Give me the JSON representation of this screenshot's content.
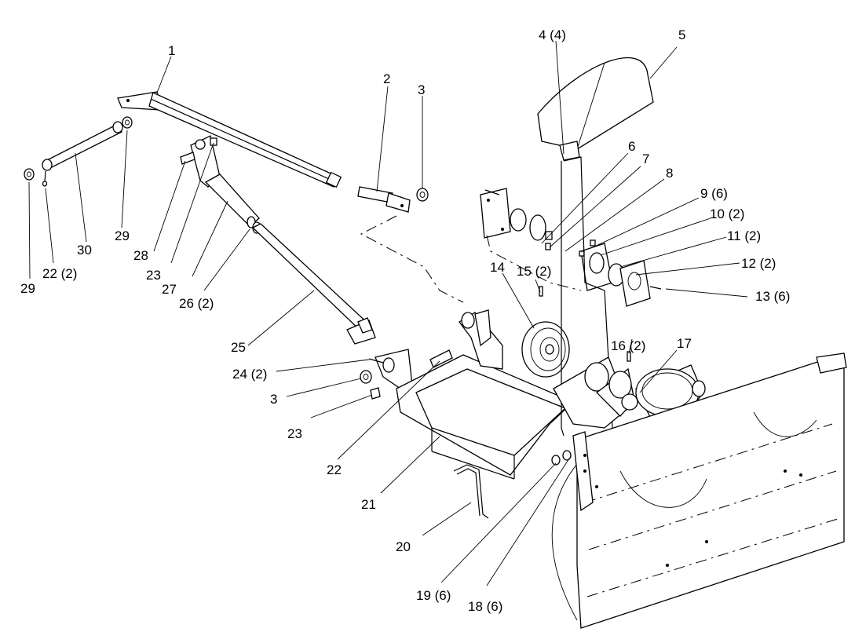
{
  "callouts": [
    {
      "id": "c1",
      "text": "1"
    },
    {
      "id": "c2",
      "text": "2"
    },
    {
      "id": "c3a",
      "text": "3"
    },
    {
      "id": "c4",
      "text": "4 (4)"
    },
    {
      "id": "c5",
      "text": "5"
    },
    {
      "id": "c6",
      "text": "6"
    },
    {
      "id": "c7",
      "text": "7"
    },
    {
      "id": "c8",
      "text": "8"
    },
    {
      "id": "c9",
      "text": "9 (6)"
    },
    {
      "id": "c10",
      "text": "10 (2)"
    },
    {
      "id": "c11",
      "text": "11 (2)"
    },
    {
      "id": "c12",
      "text": "12 (2)"
    },
    {
      "id": "c13",
      "text": "13 (6)"
    },
    {
      "id": "c14",
      "text": "14"
    },
    {
      "id": "c15",
      "text": "15 (2)"
    },
    {
      "id": "c16",
      "text": "16 (2)"
    },
    {
      "id": "c17",
      "text": "17"
    },
    {
      "id": "c18",
      "text": "18 (6)"
    },
    {
      "id": "c19",
      "text": "19 (6)"
    },
    {
      "id": "c20",
      "text": "20"
    },
    {
      "id": "c21",
      "text": "21"
    },
    {
      "id": "c22a",
      "text": "22"
    },
    {
      "id": "c22b",
      "text": "22 (2)"
    },
    {
      "id": "c23a",
      "text": "23"
    },
    {
      "id": "c23b",
      "text": "23"
    },
    {
      "id": "c24",
      "text": "24 (2)"
    },
    {
      "id": "c25",
      "text": "25"
    },
    {
      "id": "c26",
      "text": "26 (2)"
    },
    {
      "id": "c27",
      "text": "27"
    },
    {
      "id": "c28",
      "text": "28"
    },
    {
      "id": "c29a",
      "text": "29"
    },
    {
      "id": "c29b",
      "text": "29"
    },
    {
      "id": "c30",
      "text": "30"
    },
    {
      "id": "c3b",
      "text": "3"
    }
  ]
}
